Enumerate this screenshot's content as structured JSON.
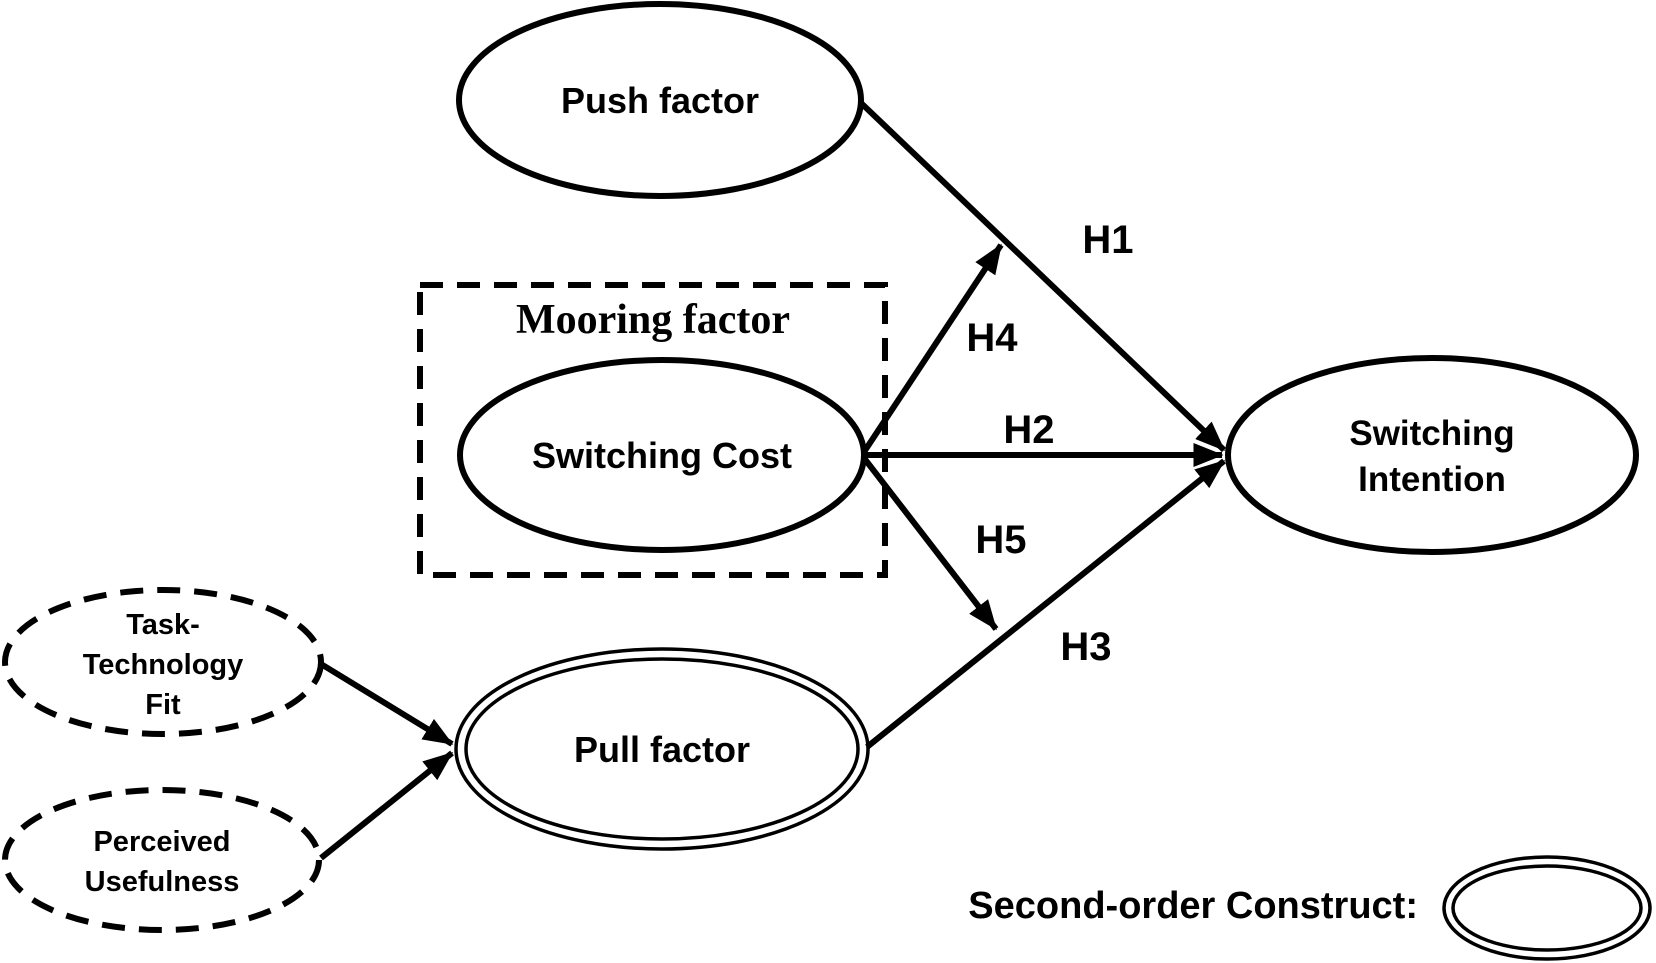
{
  "diagram": {
    "type": "research-model-path-diagram",
    "background_color": "#ffffff",
    "stroke_color": "#000000",
    "nodes": {
      "push_factor": {
        "label": "Push factor",
        "style": "solid-ellipse"
      },
      "mooring_factor_group": {
        "label": "Mooring factor",
        "style": "dashed-rectangle"
      },
      "switching_cost": {
        "label": "Switching Cost",
        "style": "solid-ellipse"
      },
      "pull_factor": {
        "label": "Pull factor",
        "style": "double-ellipse"
      },
      "task_technology_fit": {
        "lines": [
          "Task-",
          "Technology",
          "Fit"
        ],
        "style": "dashed-ellipse"
      },
      "perceived_usefulness": {
        "lines": [
          "Perceived",
          "Usefulness"
        ],
        "style": "dashed-ellipse"
      },
      "switching_intention": {
        "lines": [
          "Switching",
          "Intention"
        ],
        "style": "solid-ellipse"
      }
    },
    "edges": [
      {
        "label": "H1",
        "from": "Push factor",
        "to": "Switching Intention"
      },
      {
        "label": "H2",
        "from": "Switching Cost",
        "to": "Switching Intention"
      },
      {
        "label": "H3",
        "from": "Pull factor",
        "to": "Switching Intention"
      },
      {
        "label": "H4",
        "from": "Switching Cost",
        "to": "H1 path"
      },
      {
        "label": "H5",
        "from": "Switching Cost",
        "to": "H3 path"
      },
      {
        "label": "",
        "from": "Task-Technology Fit",
        "to": "Pull factor"
      },
      {
        "label": "",
        "from": "Perceived Usefulness",
        "to": "Pull factor"
      }
    ],
    "legend": {
      "label": "Second-order Construct:",
      "symbol": "double-ellipse"
    }
  }
}
